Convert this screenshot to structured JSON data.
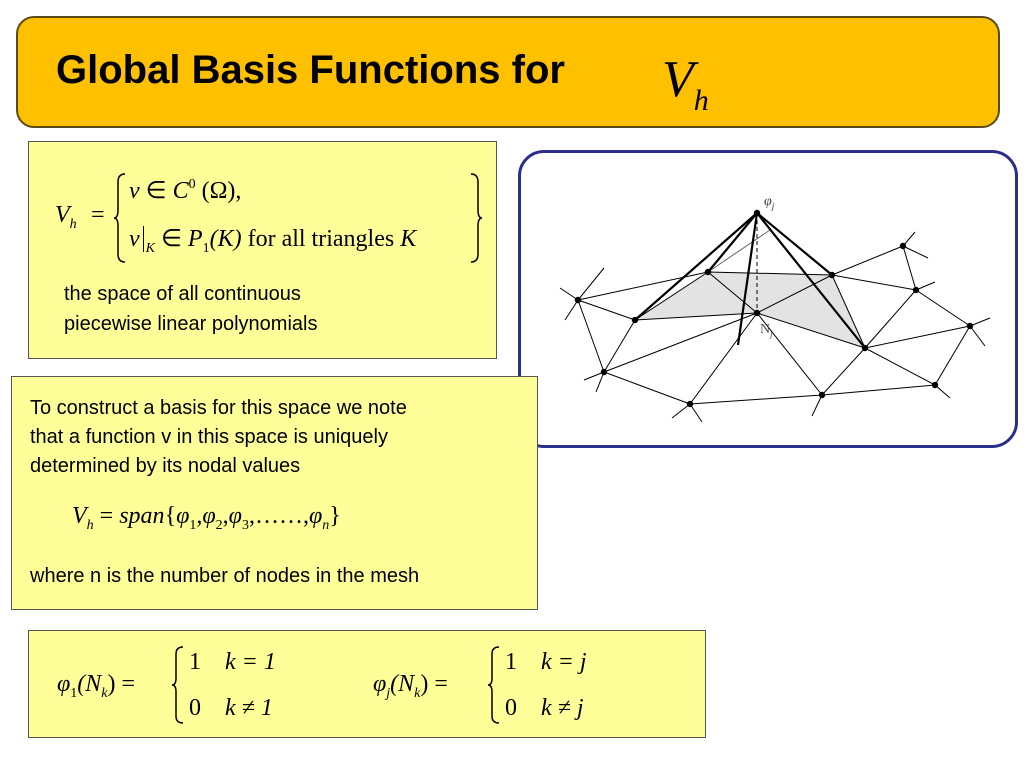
{
  "title": {
    "text": "Global Basis Functions for",
    "math_symbol": "V",
    "math_subscript": "h"
  },
  "definition_box": {
    "math_lhs": "V",
    "math_lhs_sub": "h",
    "equals": "=",
    "row1_v": "v",
    "row1_in": "∈",
    "row1_C": "C",
    "row1_sup": "0",
    "row1_omega": "(Ω),",
    "row2_v": "v",
    "row2_sub_K": "K",
    "row2_in": "∈",
    "row2_P": "P",
    "row2_P_sub": "1",
    "row2_K_paren": "(K)",
    "row2_text": "for all triangles",
    "row2_K": "K",
    "description_line1": "the space of all continuous",
    "description_line2": "piecewise linear polynomials"
  },
  "basis_box": {
    "line1": "To construct a basis for this space we note",
    "line2": "that a function v in this space is uniquely",
    "line3": "determined by its nodal values",
    "span_lhs": "V",
    "span_lhs_sub": "h",
    "span_equals": "=",
    "span_word": "span",
    "span_open": "{",
    "phi1": "φ",
    "phi1_sub": "1",
    "comma1": ",",
    "phi2": "φ",
    "phi2_sub": "2",
    "comma2": ",",
    "phi3": "φ",
    "phi3_sub": "3",
    "dots": ",……,",
    "phin": "φ",
    "phin_sub": "n",
    "span_close": "}",
    "footer": "where n is the number of nodes in the mesh"
  },
  "delta_box": {
    "left_phi": "φ",
    "left_phi_sub": "1",
    "left_arg": "(N",
    "left_arg_sub": "k",
    "left_close": ") =",
    "left_case1_val": "1",
    "left_case1_cond": "k = 1",
    "left_case2_val": "0",
    "left_case2_cond": "k ≠ 1",
    "right_phi": "φ",
    "right_phi_sub": "j",
    "right_arg": "(N",
    "right_arg_sub": "k",
    "right_close": ") =",
    "right_case1_val": "1",
    "right_case1_cond": "k = j",
    "right_case2_val": "0",
    "right_case2_cond": "k ≠ j"
  },
  "mesh_figure": {
    "peak_label": "φ",
    "peak_label_sub": "j",
    "node_label": "N",
    "node_label_sub": "j"
  },
  "colors": {
    "title_bg": "#ffc000",
    "box_bg": "#ffff99",
    "panel_border": "#2b2f8a",
    "patch_fill": "#e3e3e3"
  }
}
